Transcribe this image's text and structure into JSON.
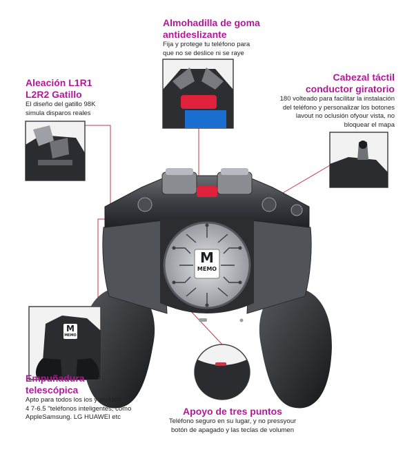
{
  "callouts": {
    "goma": {
      "title": [
        "Almohadilla de goma",
        "antideslizante"
      ],
      "desc": [
        "Fija y protege tu teléfono para",
        "que no se deslice ni se raye"
      ]
    },
    "gatillo": {
      "title": [
        "Aleación L1R1",
        "L2R2 Gatillo"
      ],
      "desc": [
        "El diseño del gatillo 98K",
        "simula disparos reales"
      ]
    },
    "cabezal": {
      "title": [
        "Cabezal táctil",
        "conductor giratorio"
      ],
      "desc": [
        "180 volteado para facilitar la instalación",
        "del teléfono y personalizar los botones",
        "lavout no oclusión ofyour vista, no",
        "bloquear el mapa"
      ]
    },
    "empunadura": {
      "title": [
        "Empuñadura",
        "telescópica"
      ],
      "desc": [
        "Apto para todos los ios y andriod",
        "4 7-6.5 \"teléfonos inteligentes, como",
        "AppleSamsung. LG HUAWEI etc"
      ]
    },
    "apoyo": {
      "title": [
        "Apoyo de tres puntos"
      ],
      "desc": [
        "Teléfono seguro en su lugar, y no pressyour",
        "botón de apagado y las teclas de volumen"
      ]
    }
  },
  "logo": {
    "line1": "M",
    "line2": "MEMO"
  },
  "colors": {
    "accent": "#b3179a",
    "leader": "#c03a4a",
    "body": "#3a3c40",
    "red_button": "#e0213c"
  }
}
